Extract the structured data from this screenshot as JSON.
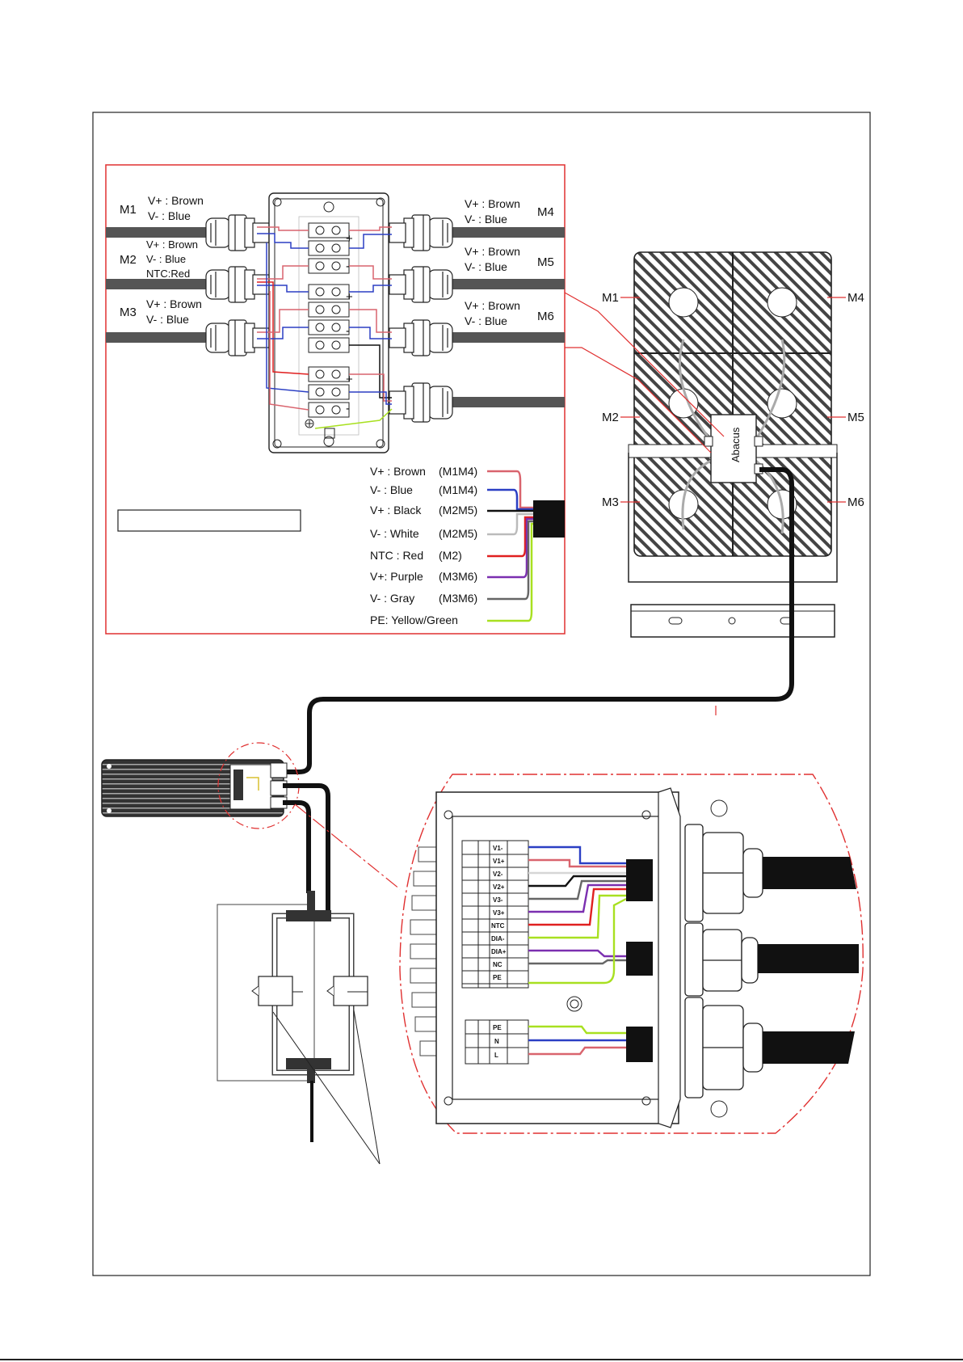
{
  "colors": {
    "brown": "#d9646e",
    "blue": "#2b3fc4",
    "black": "#111111",
    "white": "#f4f4f4",
    "red": "#e02020",
    "purple": "#7b2fb0",
    "gray": "#666666",
    "yellow_green": "#a8e020",
    "frame_red": "#e03030",
    "cable": "#555555"
  },
  "left_modules": [
    {
      "id": "M1",
      "lines": [
        "V+ : Brown",
        "V- :  Blue"
      ]
    },
    {
      "id": "M2",
      "lines": [
        "V+ : Brown",
        "V- :  Blue",
        "NTC:Red"
      ]
    },
    {
      "id": "M3",
      "lines": [
        "V+ : Brown",
        "V- :  Blue"
      ]
    }
  ],
  "right_modules": [
    {
      "id": "M4",
      "lines": [
        "V+ : Brown",
        "V- :  Blue"
      ]
    },
    {
      "id": "M5",
      "lines": [
        "V+ : Brown",
        "V- :  Blue"
      ]
    },
    {
      "id": "M6",
      "lines": [
        "V+ : Brown",
        "V- :  Blue"
      ]
    }
  ],
  "legend": [
    {
      "label": "V+ : Brown",
      "group": "(M1M4)",
      "color": "brown"
    },
    {
      "label": "V- :  Blue",
      "group": "(M1M4)",
      "color": "blue"
    },
    {
      "label": "V+ : Black",
      "group": "(M2M5)",
      "color": "black"
    },
    {
      "label": "V- :  White",
      "group": "(M2M5)",
      "color": "white"
    },
    {
      "label": "NTC : Red",
      "group": "(M2)",
      "color": "red"
    },
    {
      "label": "V+:  Purple",
      "group": "(M3M6)",
      "color": "purple"
    },
    {
      "label": "V- :  Gray",
      "group": "(M3M6)",
      "color": "gray"
    },
    {
      "label": "PE:  Yellow/Green",
      "group": "",
      "color": "yellow_green"
    }
  ],
  "fixture_labels": {
    "left": [
      "M1",
      "M2",
      "M3"
    ],
    "right": [
      "M4",
      "M5",
      "M6"
    ],
    "brand": "Abacus"
  },
  "terminal_block": [
    "V1-",
    "V1+",
    "V2-",
    "V2+",
    "V3-",
    "V3+",
    "NTC",
    "DIA-",
    "DIA+",
    "NC",
    "PE"
  ],
  "mains_block": [
    "PE",
    "N",
    "L"
  ],
  "junction_marks": [
    "+",
    "-",
    "+",
    "-",
    "+",
    "-"
  ]
}
